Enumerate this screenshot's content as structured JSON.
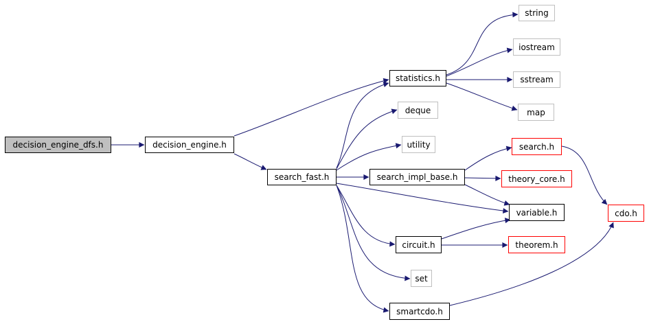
{
  "nodes": {
    "decision_engine_dfs_h": "decision_engine_dfs.h",
    "decision_engine_h": "decision_engine.h",
    "search_fast_h": "search_fast.h",
    "statistics_h": "statistics.h",
    "string": "string",
    "iostream": "iostream",
    "sstream": "sstream",
    "map": "map",
    "deque": "deque",
    "utility": "utility",
    "search_impl_base_h": "search_impl_base.h",
    "search_h": "search.h",
    "theory_core_h": "theory_core.h",
    "variable_h": "variable.h",
    "cdo_h": "cdo.h",
    "circuit_h": "circuit.h",
    "theorem_h": "theorem.h",
    "set": "set",
    "smartcdo_h": "smartcdo.h"
  },
  "colors": {
    "edge": "#191970",
    "root_fill": "#bfbfbf",
    "external_border": "#bfbfbf",
    "documented_border": "#ff0000",
    "local_border": "#000000"
  }
}
